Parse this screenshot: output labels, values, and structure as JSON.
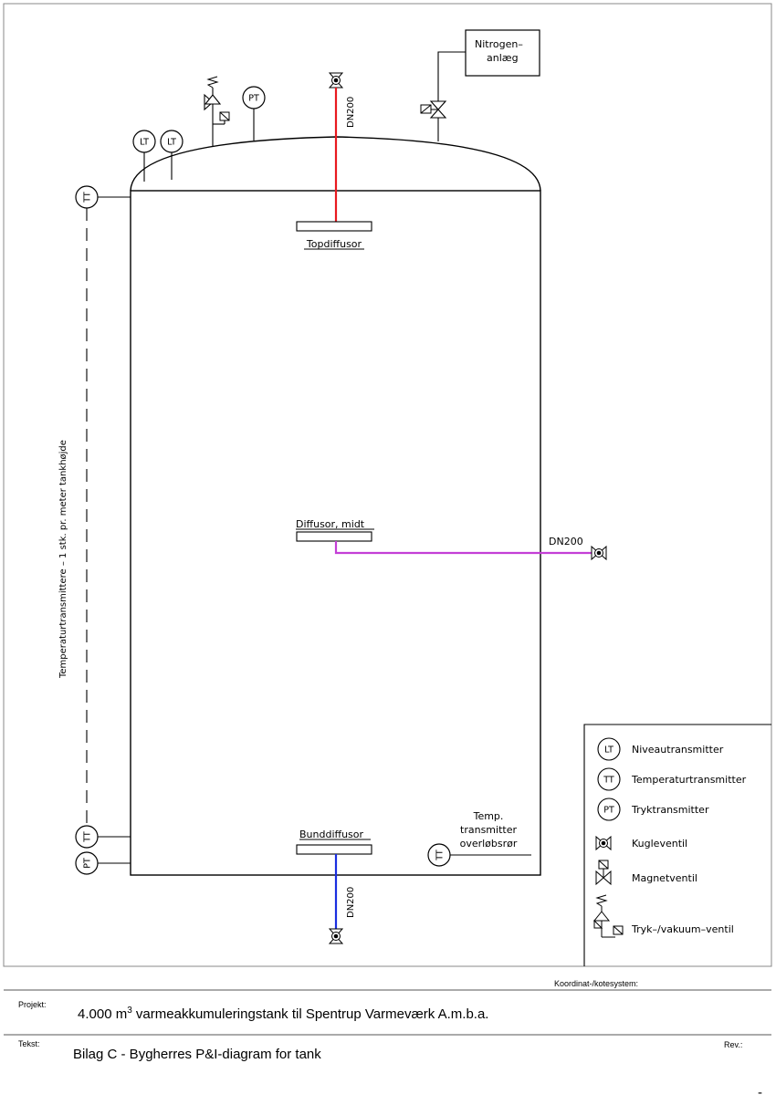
{
  "diagram": {
    "nitrogen_label_1": "Nitrogen–",
    "nitrogen_label_2": "anlæg",
    "top_pipe_label": "DN200",
    "top_diffuser_label": "Topdiffusor",
    "mid_diffuser_label": "Diffusor, midt",
    "mid_pipe_label": "DN200",
    "bottom_diffuser_label": "Bunddiffusor",
    "bottom_pipe_label": "DN200",
    "temp_overflow_label_1": "Temp.",
    "temp_overflow_label_2": "transmitter",
    "temp_overflow_label_3": "overløbsrør",
    "vertical_label": "Temperaturtransmittere – 1 stk. pr. meter tankhøjde",
    "instruments": {
      "lt": "LT",
      "pt": "PT",
      "tt": "TT"
    },
    "colors": {
      "top_pipe": "#e8191f",
      "mid_pipe": "#c43fd6",
      "bottom_pipe": "#1a2ee0"
    }
  },
  "legend": {
    "items": [
      {
        "symbol": "LT",
        "label": "Niveautransmitter"
      },
      {
        "symbol": "TT",
        "label": "Temperaturtransmitter"
      },
      {
        "symbol": "PT",
        "label": "Tryktransmitter"
      },
      {
        "symbol": "ball-valve-icon",
        "label": "Kugleventil"
      },
      {
        "symbol": "solenoid-valve-icon",
        "label": "Magnetventil"
      },
      {
        "symbol": "pressure-vacuum-valve-icon",
        "label": "Tryk–/vakuum–ventil"
      }
    ]
  },
  "title_block": {
    "coord_label": "Koordinat-/kotesystem:",
    "project_label": "Projekt:",
    "project_value_pre": "4.000 m",
    "project_value_sup": "3",
    "project_value_post": " varmeakkumuleringstank til Spentrup Varmeværk A.m.b.a.",
    "text_label": "Tekst:",
    "text_value": "Bilag C - Bygherres P&I-diagram for tank",
    "rev_label": "Rev.:",
    "rev_value": "-"
  }
}
